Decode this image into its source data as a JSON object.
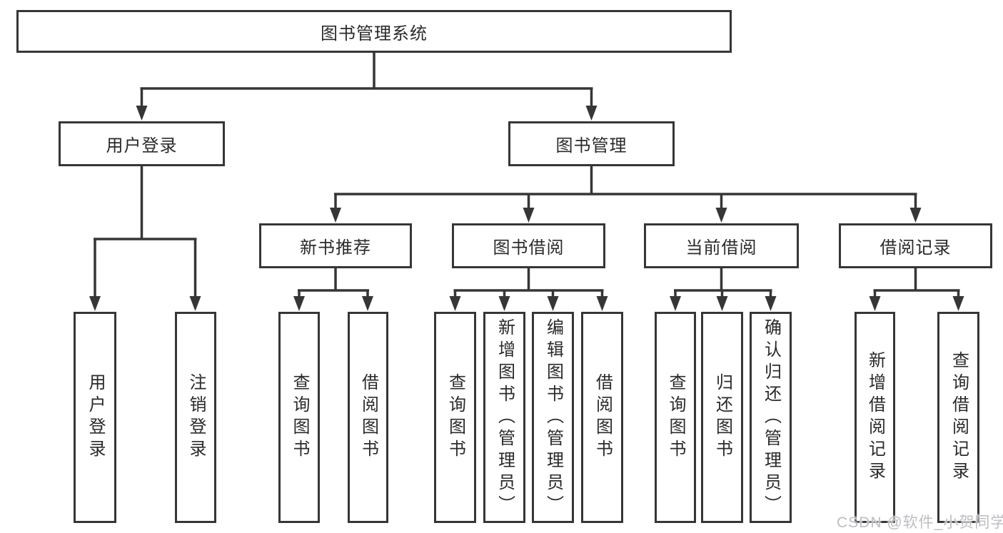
{
  "tree": {
    "label": "图书管理系统",
    "children": [
      {
        "label": "用户登录",
        "children": [
          {
            "label": "用户登录"
          },
          {
            "label": "注销登录"
          }
        ]
      },
      {
        "label": "图书管理",
        "children": [
          {
            "label": "新书推荐",
            "children": [
              {
                "label": "查询图书"
              },
              {
                "label": "借阅图书"
              }
            ]
          },
          {
            "label": "图书借阅",
            "children": [
              {
                "label": "查询图书"
              },
              {
                "label": "新增图书（管理员）"
              },
              {
                "label": "编辑图书（管理员）"
              },
              {
                "label": "借阅图书"
              }
            ]
          },
          {
            "label": "当前借阅",
            "children": [
              {
                "label": "查询图书"
              },
              {
                "label": "归还图书"
              },
              {
                "label": "确认归还（管理员）"
              }
            ]
          },
          {
            "label": "借阅记录",
            "children": [
              {
                "label": "新增借阅记录"
              },
              {
                "label": "查询借阅记录"
              }
            ]
          }
        ]
      }
    ]
  },
  "watermark": {
    "text": "CSDN @软件_小贺同学"
  },
  "colors": {
    "line": "#363636",
    "node_border": "#363636",
    "text": "#2a2a2a",
    "watermark": "#bdbdc2",
    "background": "#ffffff"
  }
}
